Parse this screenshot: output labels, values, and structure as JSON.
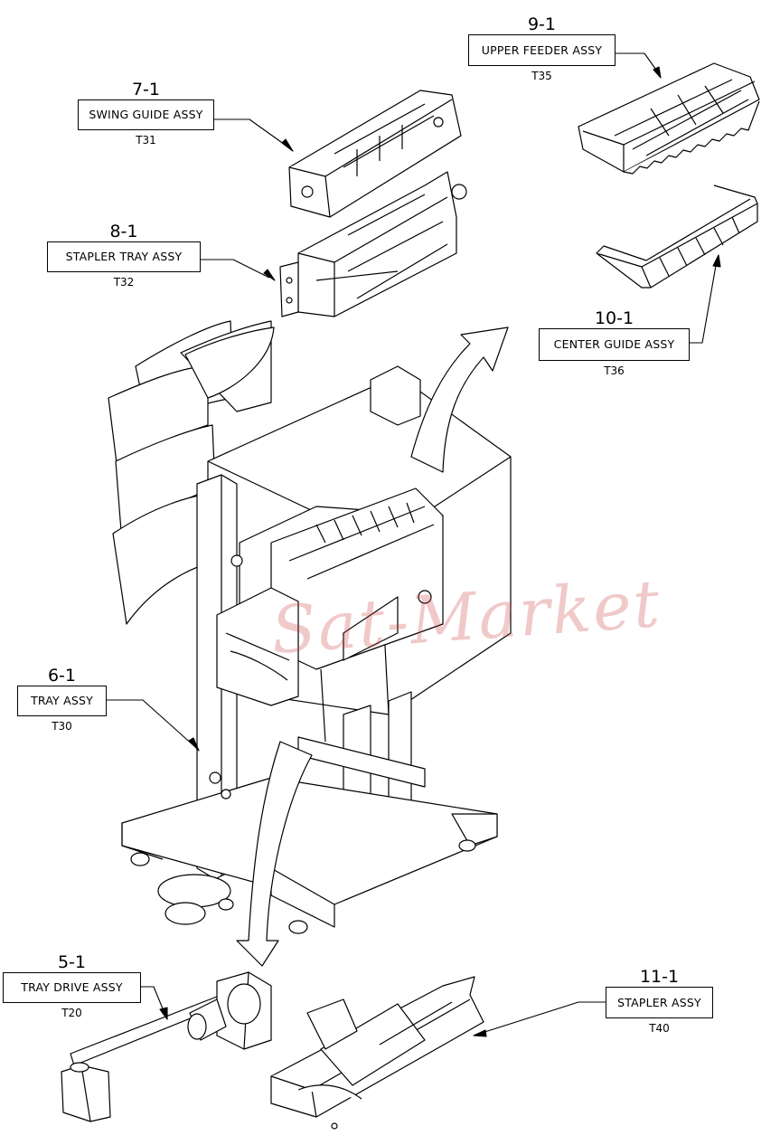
{
  "watermark": "Sat-Market",
  "colors": {
    "line": "#000000",
    "background": "#ffffff",
    "watermark_blue": "#bcd3ee",
    "watermark_orange": "#fbd59a"
  },
  "callouts": {
    "swing_guide": {
      "number": "7-1",
      "label": "SWING GUIDE ASSY",
      "code": "T31"
    },
    "stapler_tray": {
      "number": "8-1",
      "label": "STAPLER TRAY ASSY",
      "code": "T32"
    },
    "upper_feeder": {
      "number": "9-1",
      "label": "UPPER FEEDER ASSY",
      "code": "T35"
    },
    "center_guide": {
      "number": "10-1",
      "label": "CENTER GUIDE ASSY",
      "code": "T36"
    },
    "tray": {
      "number": "6-1",
      "label": "TRAY ASSY",
      "code": "T30"
    },
    "tray_drive": {
      "number": "5-1",
      "label": "TRAY DRIVE ASSY",
      "code": "T20"
    },
    "stapler": {
      "number": "11-1",
      "label": "STAPLER ASSY",
      "code": "T40"
    }
  }
}
